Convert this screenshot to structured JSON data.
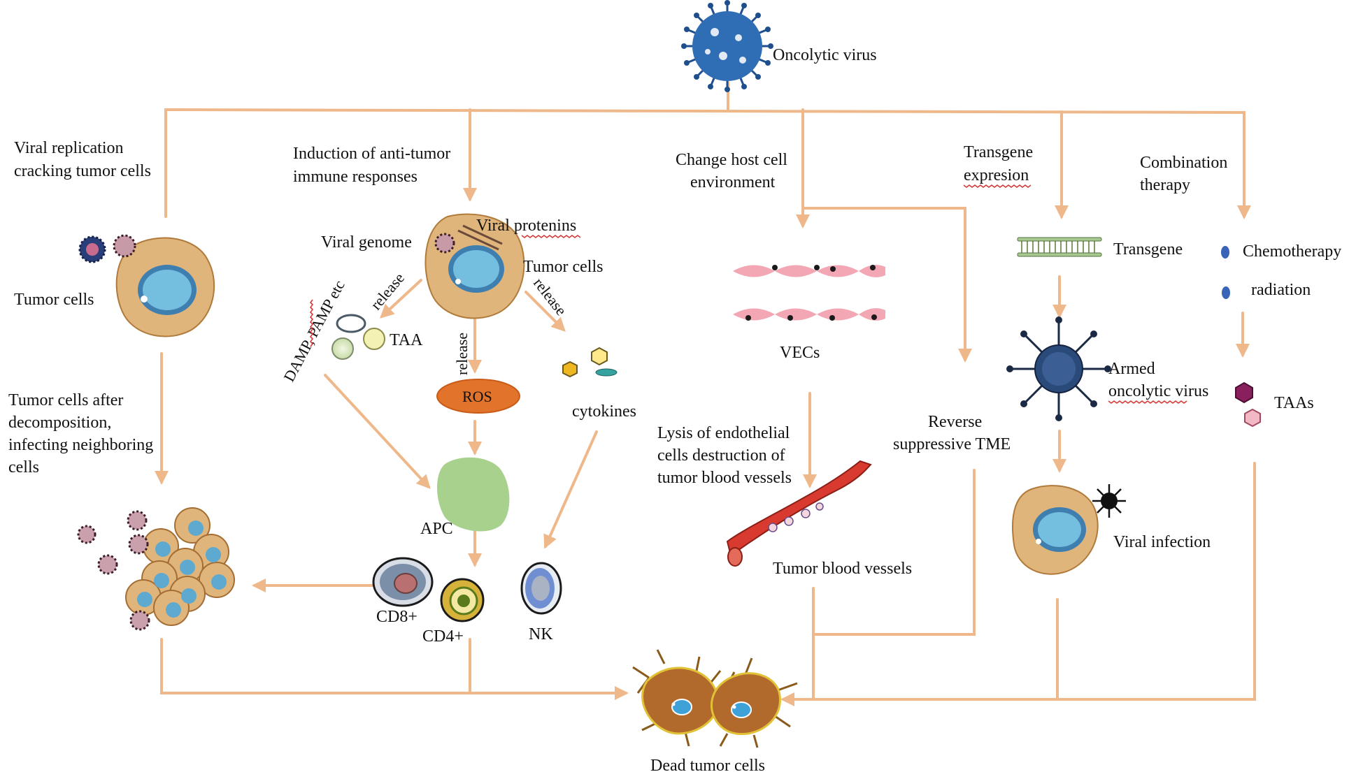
{
  "colors": {
    "arrow": "#efb88a",
    "virus": "#2f6db5",
    "nucleus": "#5ea9cf",
    "cell_body": "#e0b57b",
    "apc": "#a9d18e",
    "ros": "#e2732a",
    "vec": "#f3a7b5",
    "dead_cell": "#b26a2c"
  },
  "top": {
    "virus_label": "Oncolytic virus"
  },
  "branches": {
    "b1": {
      "line1": "Viral replication",
      "line2": "cracking tumor cells"
    },
    "b2": {
      "line1": "Induction of anti-tumor",
      "line2": "immune responses"
    },
    "b3": {
      "line1": "Change host cell",
      "line2": "environment"
    },
    "b4": {
      "line1": "Transgene",
      "line2": "expresion"
    },
    "b5": {
      "line1": "Combination",
      "line2": "therapy"
    }
  },
  "col1": {
    "tumor_cells": "Tumor cells",
    "after_line1": "Tumor cells after",
    "after_line2": "decomposition,",
    "after_line3": "infecting neighboring",
    "after_line4": "cells"
  },
  "col2": {
    "viral_genome": "Viral genome",
    "viral_proteins": "Viral protenins",
    "tumor_cells": "Tumor cells",
    "release_left": "release",
    "release_mid": "release",
    "release_right": "release",
    "damp": "DAMP, PAMP etc",
    "taa": "TAA",
    "ros": "ROS",
    "cytokines": "cytokines",
    "apc": "APC",
    "cd8": "CD8+",
    "cd4": "CD4+",
    "nk": "NK"
  },
  "col3": {
    "vecs": "VECs",
    "lysis_line1": "Lysis of endothelial",
    "lysis_line2": "cells destruction of",
    "lysis_line3": "tumor blood vessels",
    "vessels": "Tumor blood vessels",
    "reverse_line1": "Reverse",
    "reverse_line2": "suppressive TME"
  },
  "col4": {
    "transgene": "Transgene",
    "armed_line1": "Armed",
    "armed_line2": "oncolytic virus",
    "viral_infection": "Viral infection"
  },
  "col5": {
    "chemo": "Chemotherapy",
    "radiation": "radiation",
    "taas": "TAAs"
  },
  "bottom": {
    "dead_cells": "Dead tumor cells"
  }
}
